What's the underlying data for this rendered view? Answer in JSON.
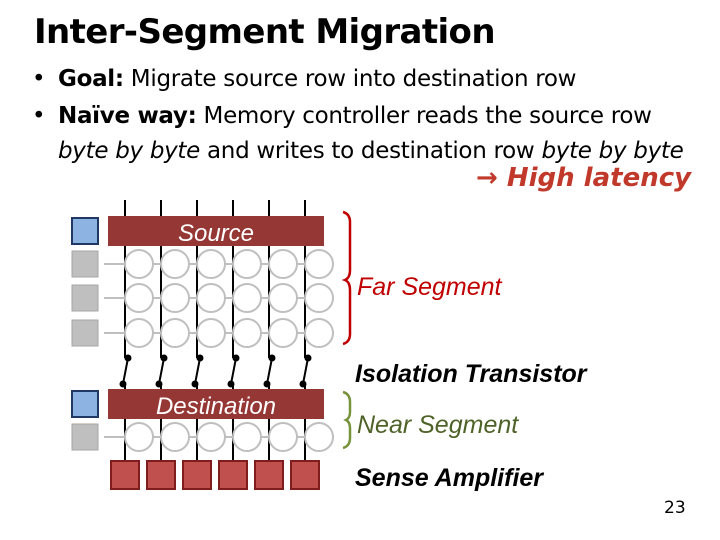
{
  "slide": {
    "title": "Inter-Segment Migration",
    "page_number": "23"
  },
  "bullets": [
    {
      "label": "Goal:",
      "text": " Migrate source row into destination row"
    },
    {
      "label": "Naïve way:",
      "text": " Memory controller reads the source row"
    }
  ],
  "continuation": {
    "part1": "byte by byte",
    "part2": " and writes to destination row ",
    "part3": "byte by byte"
  },
  "latency_note": "→ High latency",
  "diagram": {
    "source_label": "Source",
    "destination_label": "Destination",
    "far_segment_label": "Far Segment",
    "isolation_transistor_label": "Isolation Transistor",
    "near_segment_label": "Near Segment",
    "sense_amplifier_label": "Sense Amplifier",
    "colors": {
      "source_row": "#953735",
      "destination_row": "#953735",
      "selected_driver": "#8db3e2",
      "idle_driver": "#bfbfbf",
      "cell": "#bfbfbf",
      "sense_amp": "#c0504d",
      "far_brace": "#c00000",
      "near_brace": "#77933c",
      "latency": "#c0392b"
    }
  }
}
